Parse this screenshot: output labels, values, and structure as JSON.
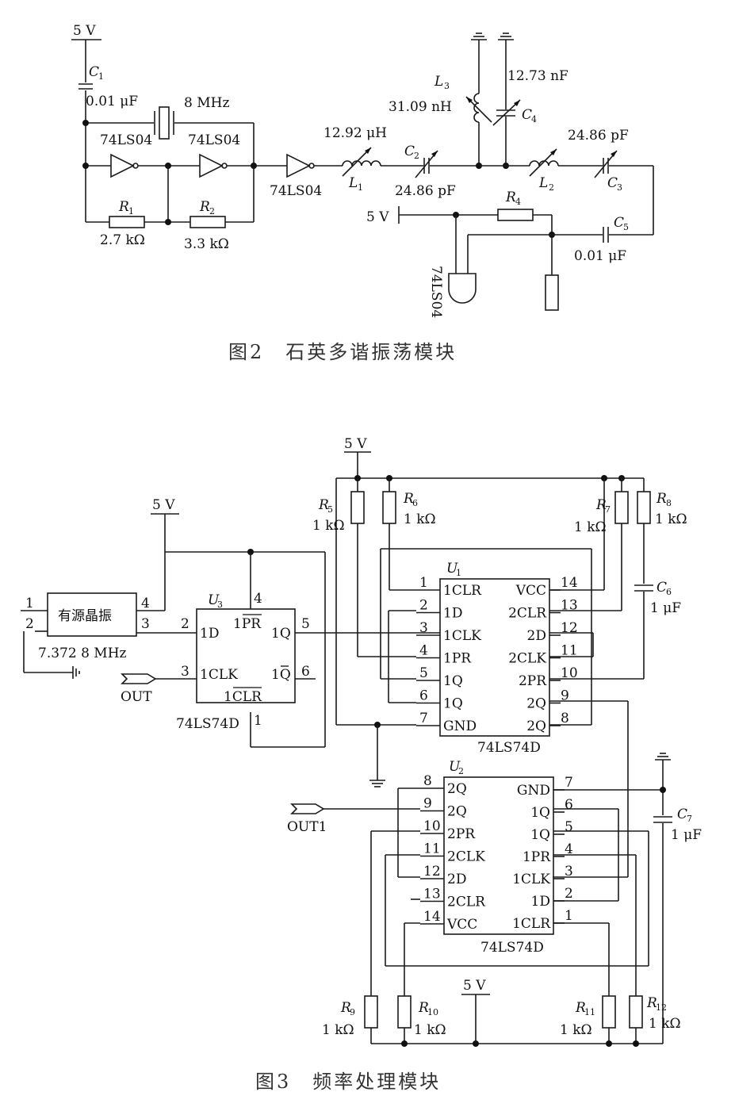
{
  "figure2": {
    "caption": "图2　石英多谐振荡模块",
    "supply_top": "5 V",
    "supply_mid": "5 V",
    "C1": {
      "name": "C",
      "sub": "1",
      "value": "0.01 μF"
    },
    "crystal": "8 MHz",
    "inv1": "74LS04",
    "inv2": "74LS04",
    "inv3": "74LS04",
    "inv4": "74LS04",
    "R1": {
      "name": "R",
      "sub": "1",
      "value": "2.7 kΩ"
    },
    "R2": {
      "name": "R",
      "sub": "2",
      "value": "3.3 kΩ"
    },
    "L1": {
      "name": "L",
      "sub": "1",
      "value": "12.92 μH"
    },
    "C2": {
      "name": "C",
      "sub": "2",
      "value": "24.86 pF"
    },
    "L3": {
      "name": "L",
      "sub": "3",
      "value": "31.09 nH"
    },
    "C4": {
      "name": "C",
      "sub": "4",
      "value": "12.73 nF"
    },
    "L2": {
      "name": "L",
      "sub": "2"
    },
    "C3": {
      "name": "C",
      "sub": "3",
      "value": "24.86 pF"
    },
    "R4": {
      "name": "R",
      "sub": "4"
    },
    "C5": {
      "name": "C",
      "sub": "5",
      "value": "0.01 μF"
    }
  },
  "figure3": {
    "caption": "图3　频率处理模块",
    "supply_top": "5 V",
    "supply_left": "5 V",
    "supply_bottom": "5 V",
    "oscillator": {
      "label": "有源晶振",
      "freq": "7.372 8 MHz",
      "pin1": "1",
      "pin2": "2",
      "pin3": "3",
      "pin4": "4"
    },
    "out": "OUT",
    "out1": "OUT1",
    "U3": {
      "ref": "U",
      "sub": "3",
      "part": "74LS74D",
      "pins": {
        "pr_num": "4",
        "pr": "1PR",
        "d_num": "2",
        "d": "1D",
        "q_num": "5",
        "q": "1Q",
        "clk_num": "3",
        "clk": "1CLK",
        "qn_num": "6",
        "qn": "1Q",
        "clr_num": "1",
        "clr": "1CLR"
      }
    },
    "U1": {
      "ref": "U",
      "sub": "1",
      "part": "74LS74D",
      "left": [
        {
          "num": "1",
          "name": "1CLR"
        },
        {
          "num": "2",
          "name": "1D"
        },
        {
          "num": "3",
          "name": "1CLK"
        },
        {
          "num": "4",
          "name": "1PR"
        },
        {
          "num": "5",
          "name": "1Q"
        },
        {
          "num": "6",
          "name": "1Q"
        },
        {
          "num": "7",
          "name": "GND"
        }
      ],
      "right": [
        {
          "num": "14",
          "name": "VCC"
        },
        {
          "num": "13",
          "name": "2CLR"
        },
        {
          "num": "12",
          "name": "2D"
        },
        {
          "num": "11",
          "name": "2CLK"
        },
        {
          "num": "10",
          "name": "2PR"
        },
        {
          "num": "9",
          "name": "2Q"
        },
        {
          "num": "8",
          "name": "2Q"
        }
      ]
    },
    "U2": {
      "ref": "U",
      "sub": "2",
      "part": "74LS74D",
      "left": [
        {
          "num": "8",
          "name": "2Q"
        },
        {
          "num": "9",
          "name": "2Q"
        },
        {
          "num": "10",
          "name": "2PR"
        },
        {
          "num": "11",
          "name": "2CLK"
        },
        {
          "num": "12",
          "name": "2D"
        },
        {
          "num": "13",
          "name": "2CLR"
        },
        {
          "num": "14",
          "name": "VCC"
        }
      ],
      "right": [
        {
          "num": "7",
          "name": "GND"
        },
        {
          "num": "6",
          "name": "1Q"
        },
        {
          "num": "5",
          "name": "1Q"
        },
        {
          "num": "4",
          "name": "1PR"
        },
        {
          "num": "3",
          "name": "1CLK"
        },
        {
          "num": "2",
          "name": "1D"
        },
        {
          "num": "1",
          "name": "1CLR"
        }
      ]
    },
    "R5": {
      "name": "R",
      "sub": "5",
      "value": "1 kΩ"
    },
    "R6": {
      "name": "R",
      "sub": "6",
      "value": "1 kΩ"
    },
    "R7": {
      "name": "R",
      "sub": "7",
      "value": "1 kΩ"
    },
    "R8": {
      "name": "R",
      "sub": "8",
      "value": "1 kΩ"
    },
    "C6": {
      "name": "C",
      "sub": "6",
      "value": "1 μF"
    },
    "C7": {
      "name": "C",
      "sub": "7",
      "value": "1 μF"
    },
    "R9": {
      "name": "R",
      "sub": "9",
      "value": "1 kΩ"
    },
    "R10": {
      "name": "R",
      "sub": "10",
      "value": "1 kΩ"
    },
    "R11": {
      "name": "R",
      "sub": "11",
      "value": "1 kΩ"
    },
    "R12": {
      "name": "R",
      "sub": "12",
      "value": "1 kΩ"
    }
  }
}
